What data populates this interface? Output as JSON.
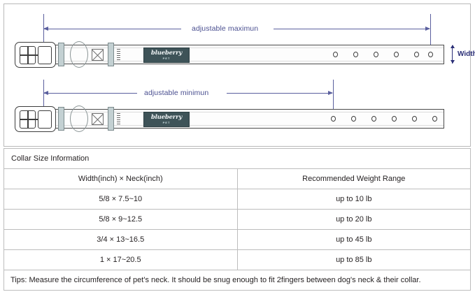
{
  "diagram": {
    "max_label": "adjustable maximun",
    "min_label": "adjustable minimun",
    "width_label": "Width",
    "brand_name": "blueberry",
    "brand_sub": "PET",
    "hole_count": 6,
    "accent_color": "#5a5f9e",
    "caliper_color": "#2b2f77",
    "tag_color": "#3e5358",
    "keeper_color": "#c3d0d2"
  },
  "table": {
    "title": "Collar Size Information",
    "headers": [
      "Width(inch)  ×  Neck(inch)",
      "Recommended Weight Range"
    ],
    "rows": [
      [
        "5/8 × 7.5~10",
        "up to 10 lb"
      ],
      [
        "5/8 × 9~12.5",
        "up to 20 lb"
      ],
      [
        "3/4 × 13~16.5",
        "up to 45 lb"
      ],
      [
        "1 × 17~20.5",
        "up to 85 lb"
      ]
    ],
    "tip": "Tips: Measure the circumference of pet's neck. It should be snug enough to fit 2fingers between dog's neck & their collar."
  }
}
